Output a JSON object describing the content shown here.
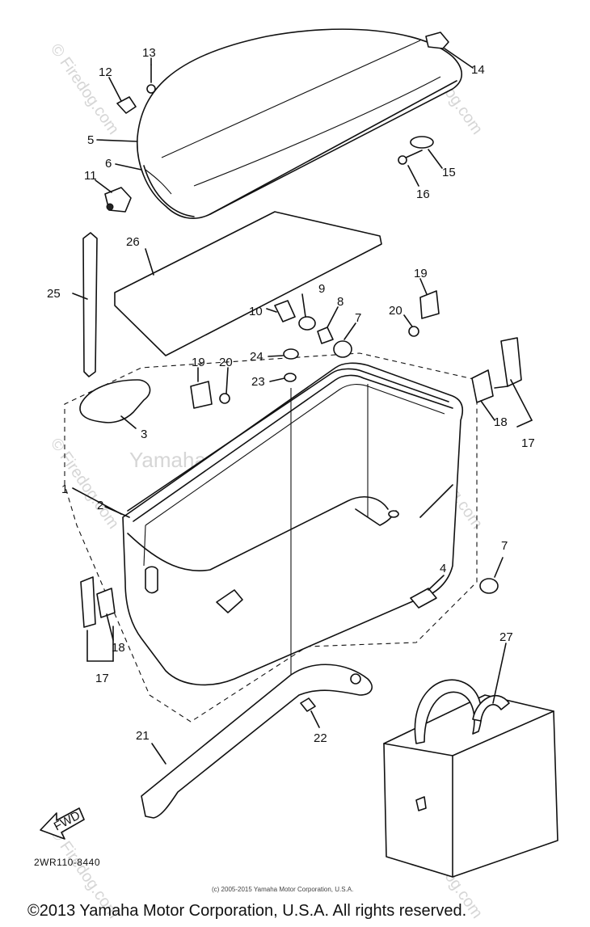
{
  "diagram": {
    "watermark_center": "Yamaha Motor Corporation, U.S.A.",
    "watermark_site": "© Firedog.com",
    "callouts": [
      "1",
      "2",
      "3",
      "4",
      "5",
      "6",
      "7",
      "7",
      "8",
      "9",
      "10",
      "11",
      "12",
      "13",
      "14",
      "15",
      "16",
      "17",
      "17",
      "18",
      "18",
      "19",
      "19",
      "20",
      "20",
      "21",
      "22",
      "23",
      "24",
      "25",
      "26",
      "27"
    ],
    "fwd_label": "FWD",
    "diagram_code": "2WR110-8440",
    "small_copyright": "(c) 2005-2015 Yamaha Motor Corporation, U.S.A.",
    "footer_copyright": "©2013 Yamaha Motor Corporation, U.S.A. All rights reserved."
  }
}
